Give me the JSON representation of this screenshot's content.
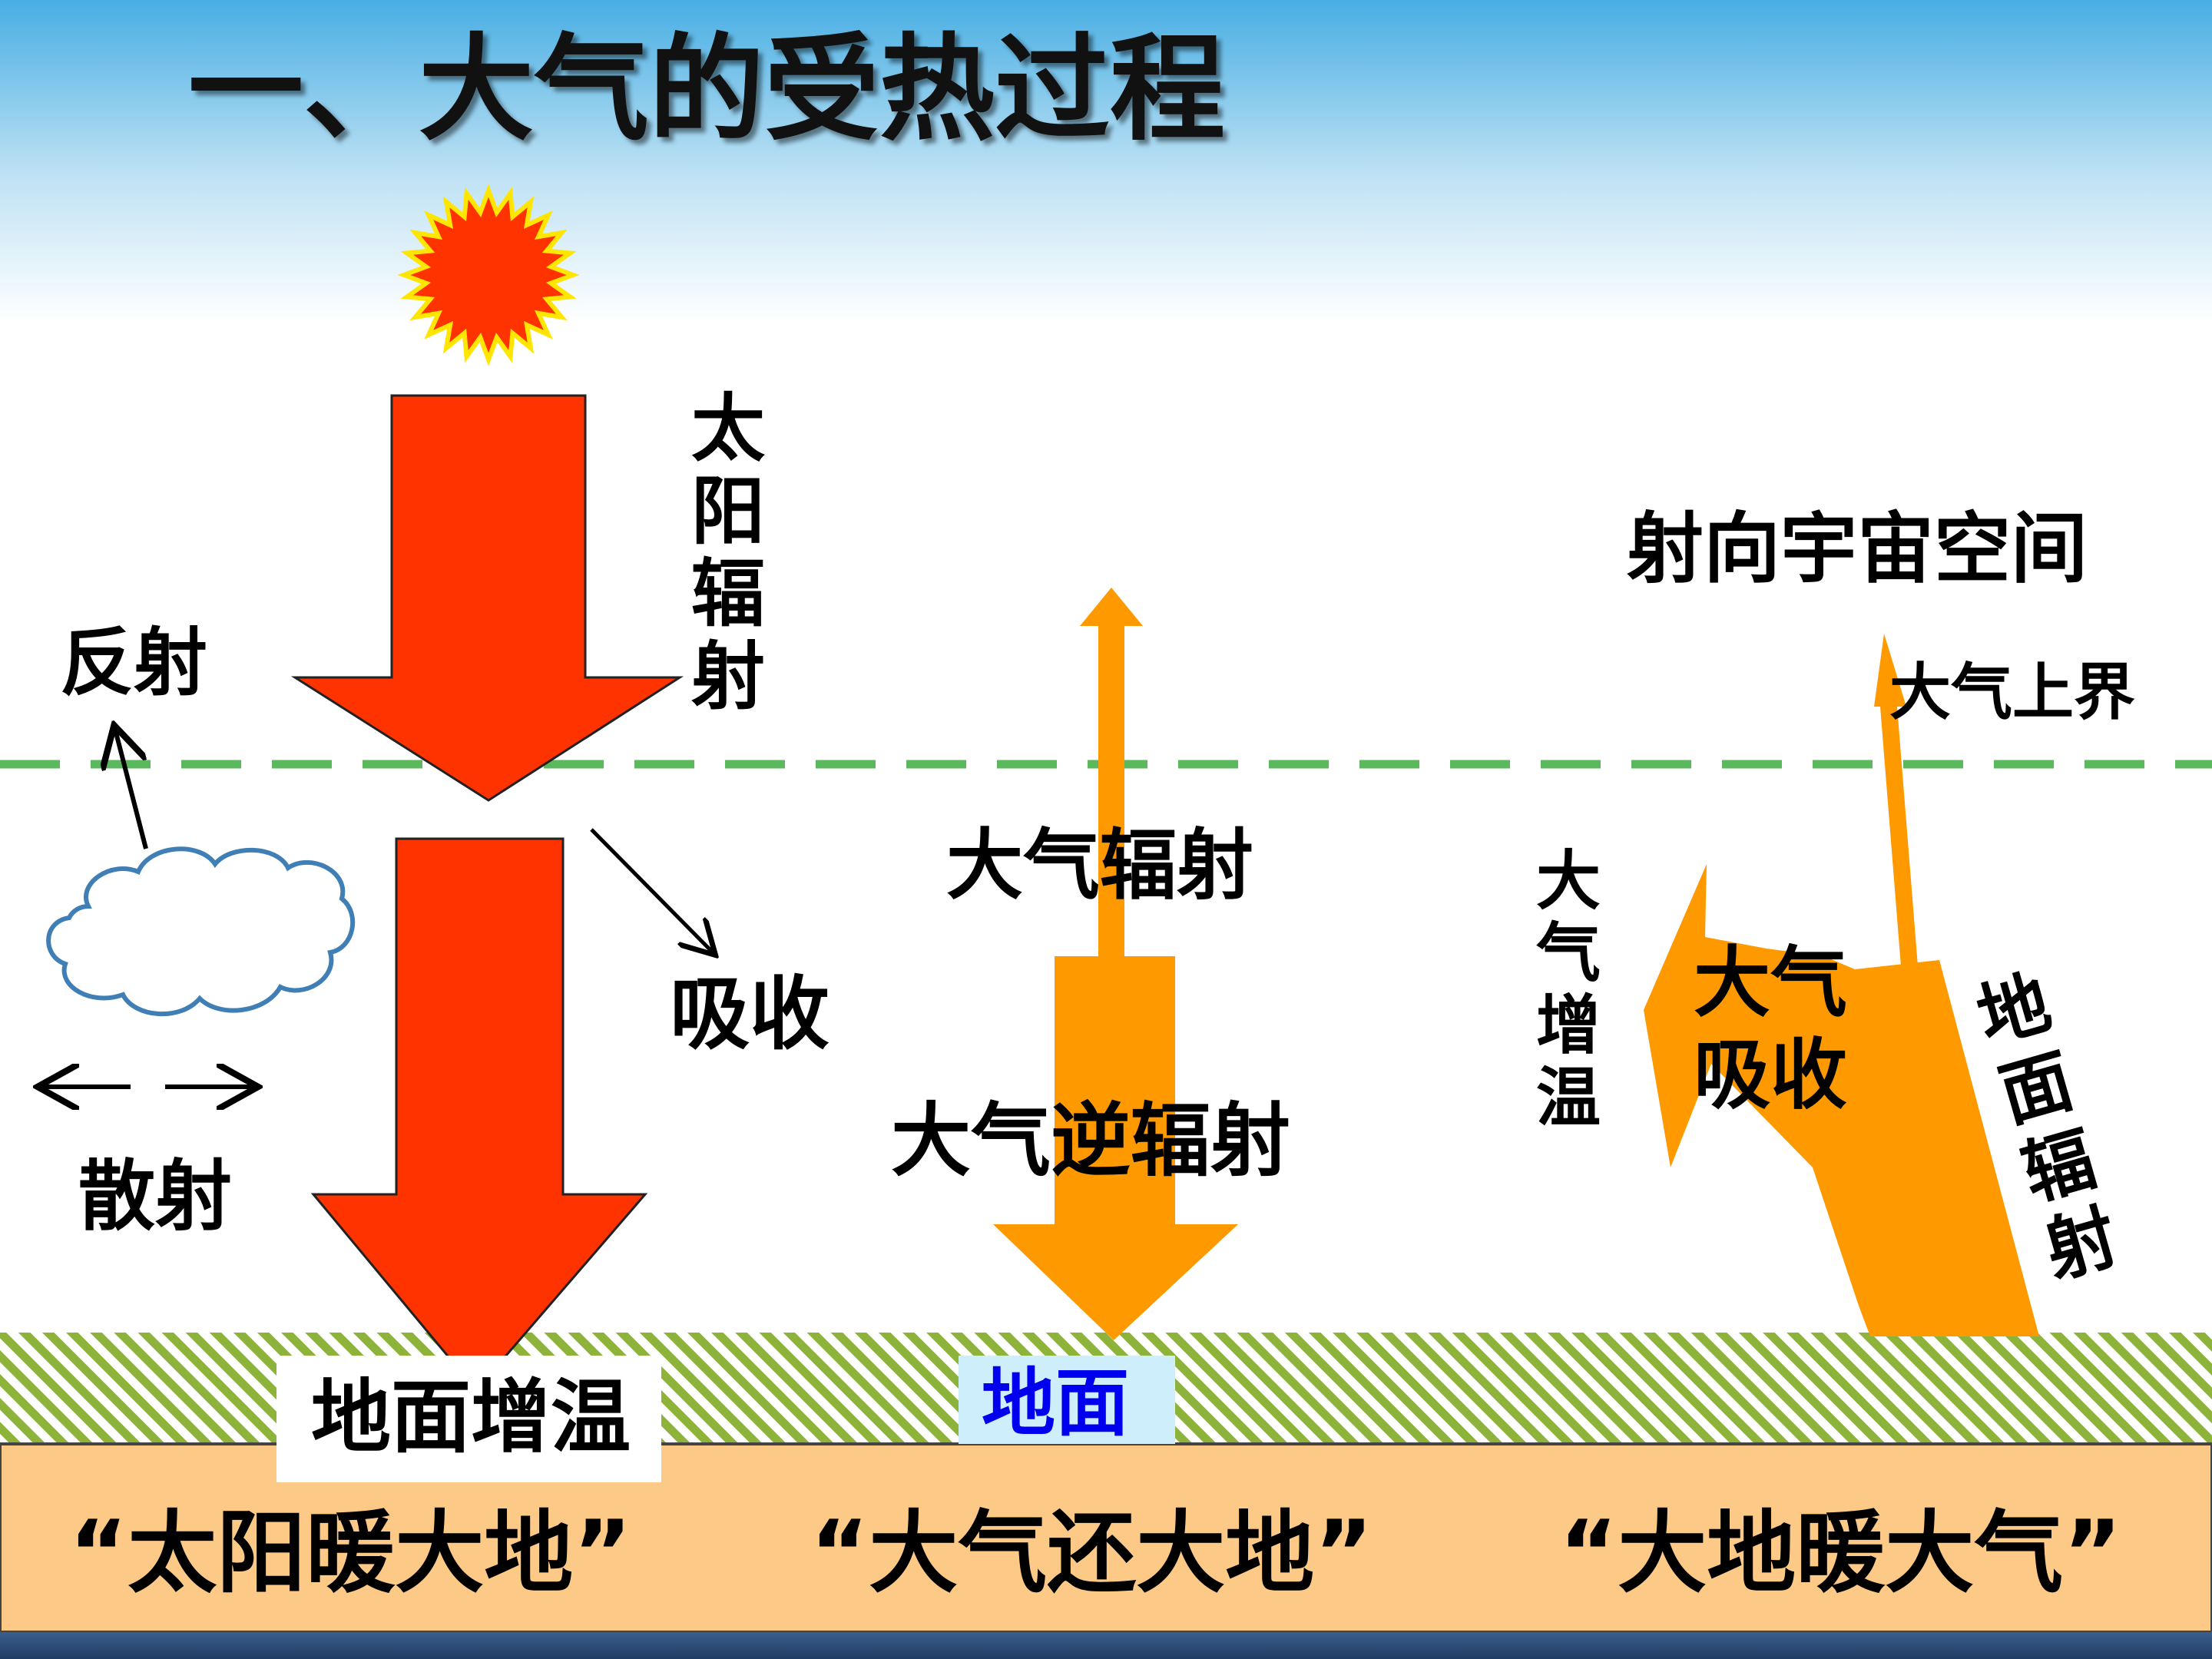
{
  "title": "一、大气的受热过程",
  "labels": {
    "solar_radiation": "太阳辐射",
    "reflection": "反射",
    "absorption": "吸收",
    "scattering": "散射",
    "atmospheric_radiation": "大气辐射",
    "atmospheric_counter_radiation": "大气逆辐射",
    "to_space": "射向宇宙空间",
    "upper_atmosphere": "大气上界",
    "atmosphere_warming": "大气增温",
    "atmosphere_absorbs": "大气吸收",
    "ground_radiation": "地面辐射",
    "ground_warming": "地面增温",
    "ground": "地面"
  },
  "slogans": {
    "sun_warms_earth": "“太阳暖大地”",
    "atmosphere_returns_earth": "“大气还大地”",
    "earth_warms_atmosphere": "“大地暖大气”"
  },
  "colors": {
    "solar_arrow": "#ff3300",
    "atmosphere_arrow": "#ff9900",
    "boundary_dash": "#5cb85c",
    "ground_band": "#fcc987",
    "ground_hatch": "#8db33a",
    "ground_label_text": "#0000ee",
    "ground_label_bg": "#cdeefa",
    "sky_top": "#48aee3"
  },
  "icons": [
    "sun-icon",
    "cloud-icon"
  ]
}
